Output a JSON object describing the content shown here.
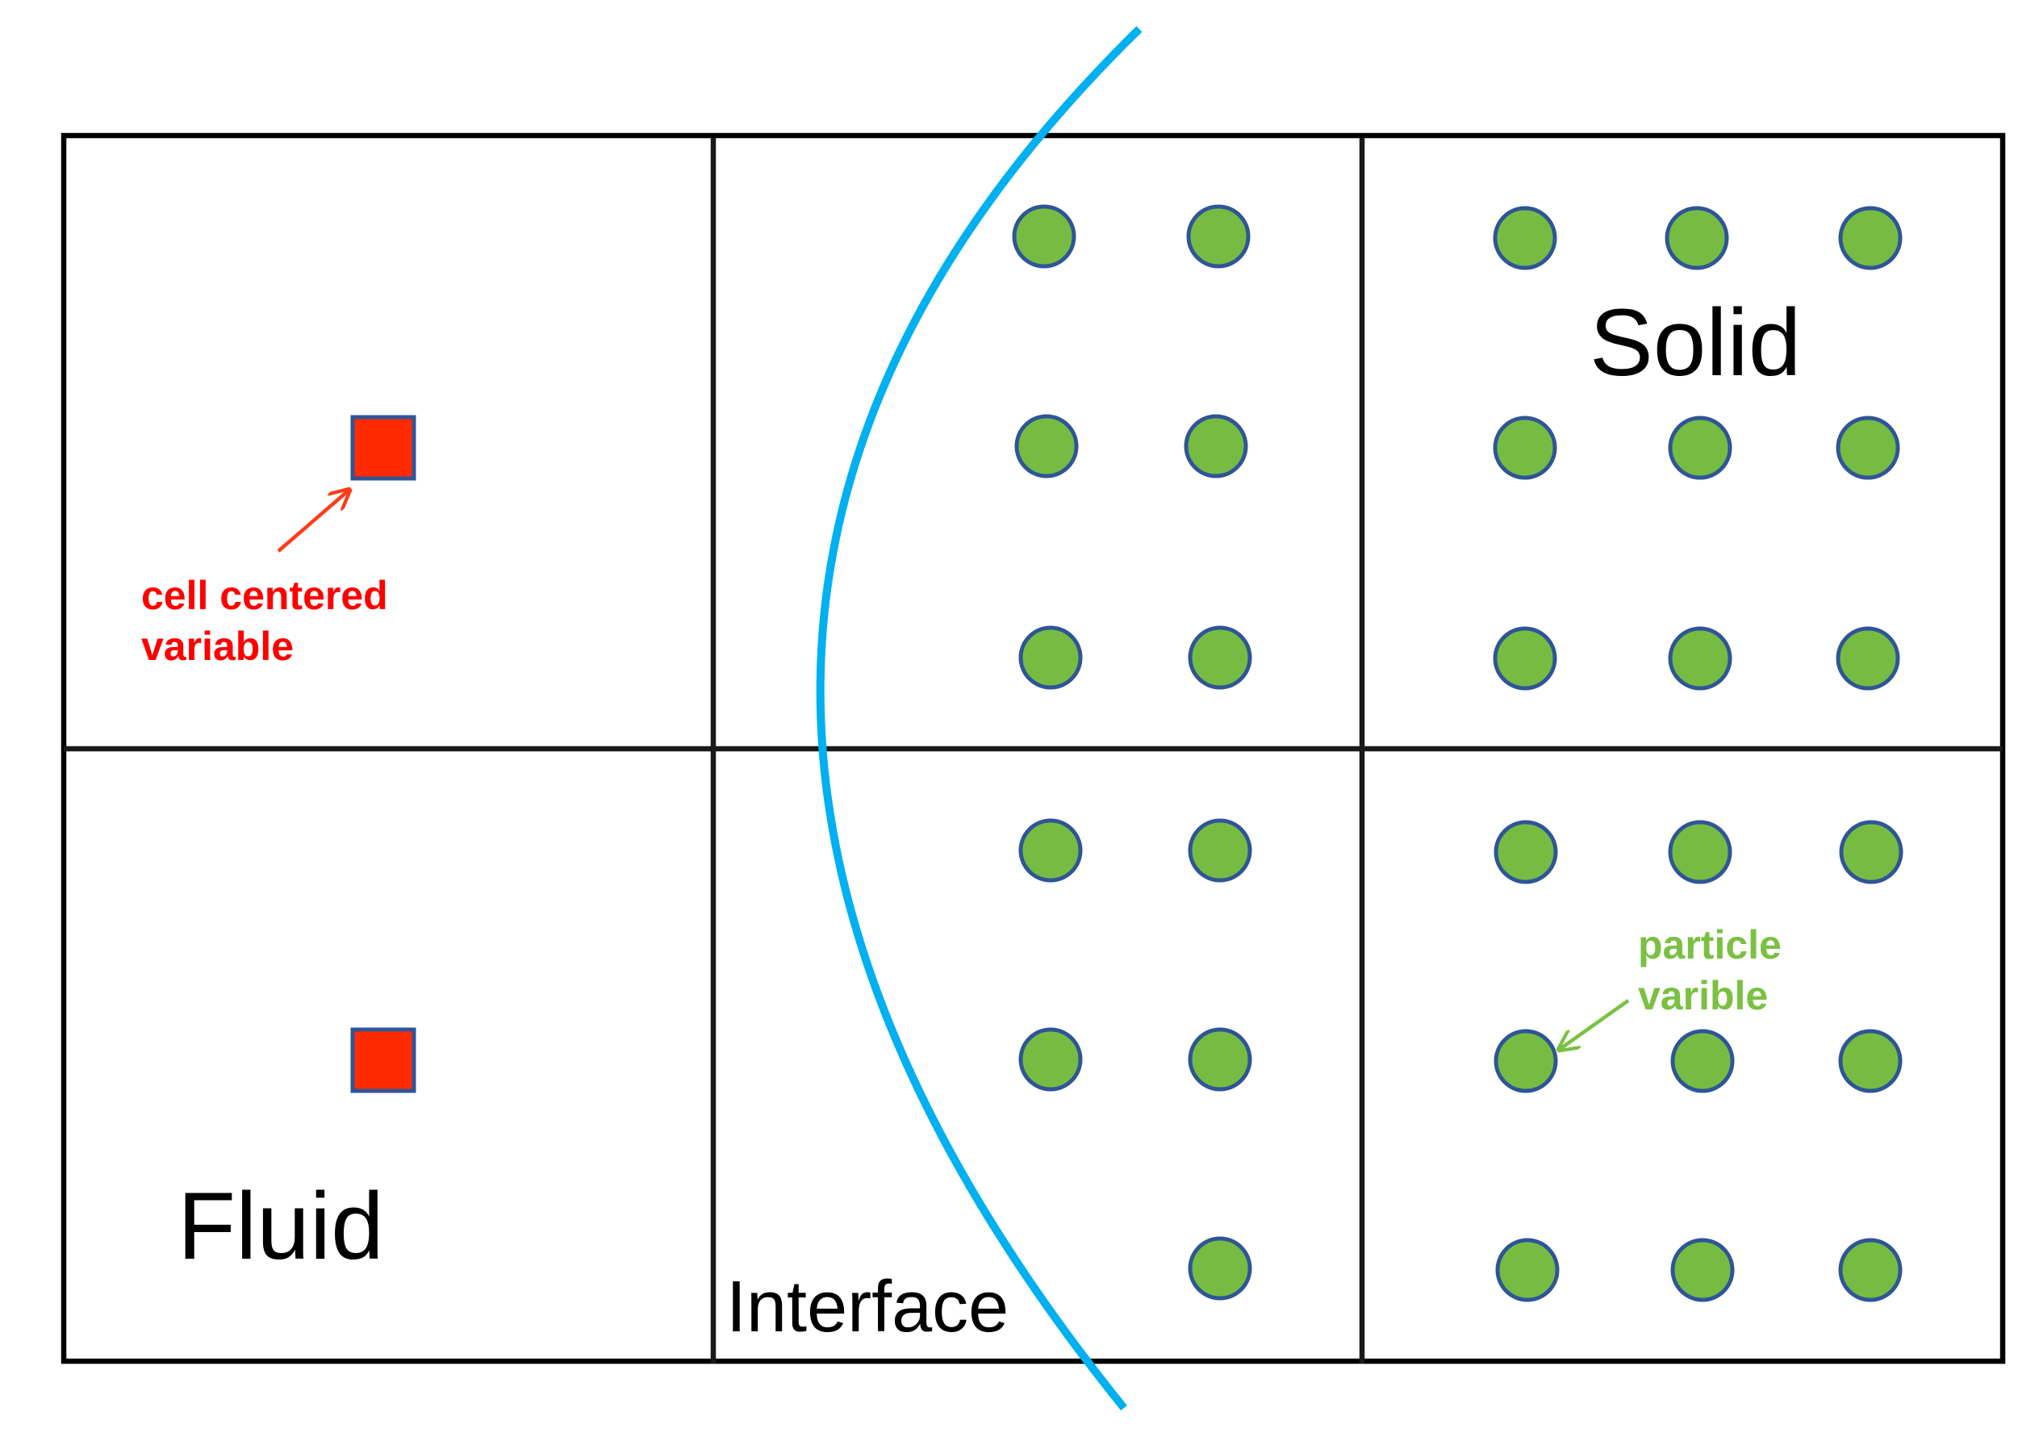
{
  "labels": {
    "fluid": "Fluid",
    "solid": "Solid",
    "interface": "Interface"
  },
  "annotations": {
    "cell_centered": [
      "cell centered",
      "variable"
    ],
    "particle": [
      "particle",
      "varible"
    ]
  },
  "colors": {
    "interface_curve": "#00b0f0",
    "cell_variable_fill": "#ff2a00",
    "marker_stroke": "#2f5597",
    "particle_fill": "#76bc43",
    "cell_annotation": "#ff0000",
    "particle_annotation": "#7ac142",
    "grid": "#1a1a1a"
  },
  "grid": {
    "columns": 3,
    "rows": 2
  }
}
